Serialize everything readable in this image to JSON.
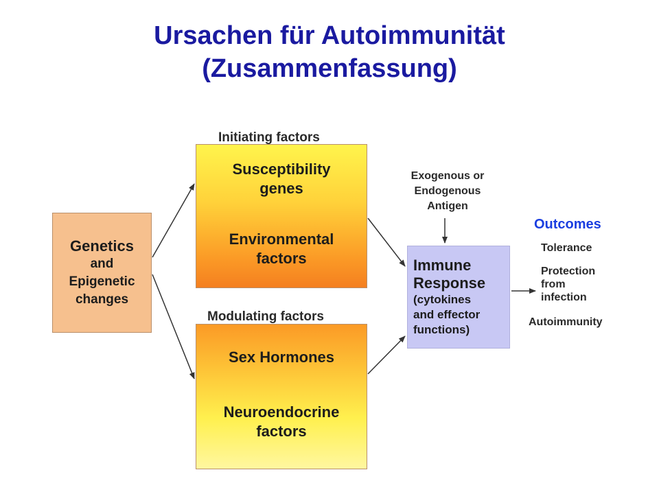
{
  "title": {
    "line1": "Ursachen für Autoimmunität",
    "line2": "(Zusammenfassung)"
  },
  "genetics": {
    "line1": "Genetics",
    "line2": "and",
    "line3": "Epigenetic",
    "line4": "changes"
  },
  "initiating": {
    "header": "Initiating factors",
    "top_line1": "Susceptibility",
    "top_line2": "genes",
    "bottom_line1": "Environmental",
    "bottom_line2": "factors"
  },
  "modulating": {
    "header": "Modulating factors",
    "top_line1": "Sex Hormones",
    "bottom_line1": "Neuroendocrine",
    "bottom_line2": "factors"
  },
  "antigen": {
    "line1": "Exogenous or",
    "line2": "Endogenous",
    "line3": "Antigen"
  },
  "immune": {
    "line1": "Immune",
    "line2": "Response",
    "line3": "(cytokines",
    "line4": "and effector",
    "line5": "functions)"
  },
  "outcomes": {
    "title": "Outcomes",
    "tolerance": "Tolerance",
    "protection_line1": "Protection",
    "protection_line2": "from",
    "protection_line3": "infection",
    "autoimmunity": "Autoimmunity"
  },
  "colors": {
    "title": "#1a1aa0",
    "outcomes_title": "#1a3ee0",
    "genetics_box": "#f6c08e",
    "immune_box": "#c8c8f4"
  }
}
